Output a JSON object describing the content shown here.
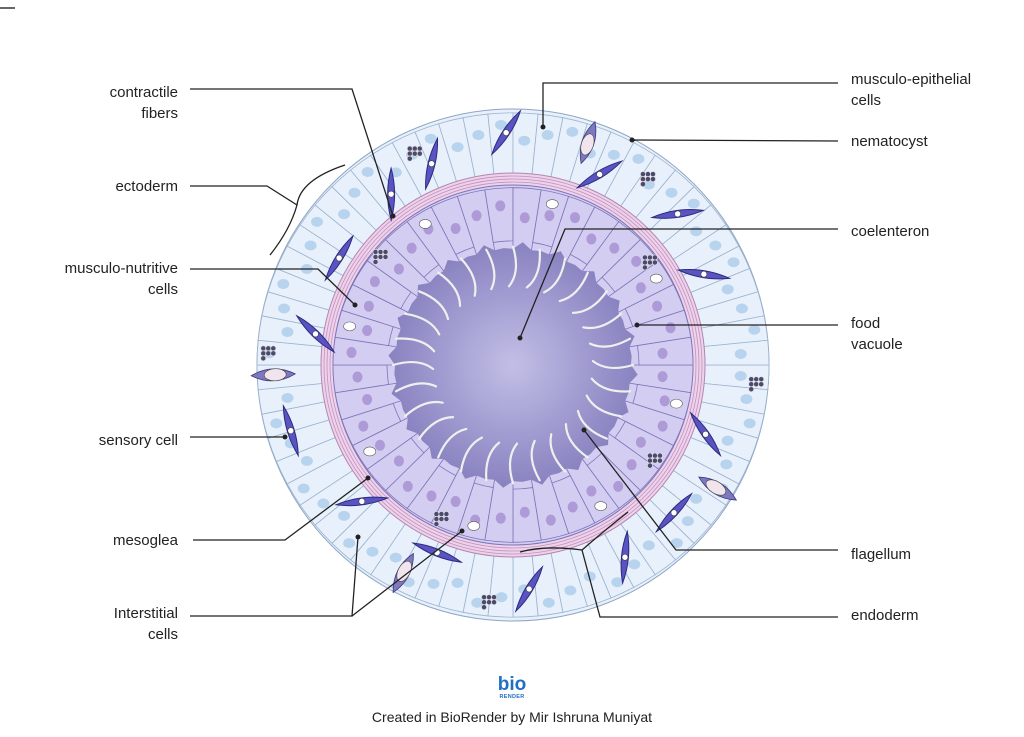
{
  "labels_left": [
    {
      "id": "contractile-fibers",
      "lines": [
        "contractile",
        "fibers"
      ]
    },
    {
      "id": "ectoderm",
      "lines": [
        "ectoderm"
      ]
    },
    {
      "id": "musculo-nutritive-cells",
      "lines": [
        "musculo-nutritive",
        "cells"
      ]
    },
    {
      "id": "sensory-cell",
      "lines": [
        "sensory cell"
      ]
    },
    {
      "id": "mesoglea",
      "lines": [
        "mesoglea"
      ]
    },
    {
      "id": "interstitial-cells",
      "lines": [
        "Interstitial",
        "cells"
      ]
    }
  ],
  "labels_right": [
    {
      "id": "musculo-epithelial-cells",
      "lines": [
        "musculo-epithelial",
        "cells"
      ]
    },
    {
      "id": "nematocyst",
      "lines": [
        "nematocyst"
      ]
    },
    {
      "id": "coelenteron",
      "lines": [
        "coelenteron"
      ]
    },
    {
      "id": "food-vacuole",
      "lines": [
        "food",
        "vacuole"
      ]
    },
    {
      "id": "flagellum",
      "lines": [
        "flagellum"
      ]
    },
    {
      "id": "endoderm",
      "lines": [
        "endoderm"
      ]
    }
  ],
  "logo": {
    "top": "bio",
    "bottom": "RENDER"
  },
  "credit": "Created in BioRender by Mir Ishruna Muniyat",
  "colors": {
    "ecto": "#e8f1fb",
    "ecto_nucleus": "#b8d3ee",
    "meso": "#ecd3ea",
    "endo": "#d4cdf2",
    "endo_nucleus": "#ad9ad6",
    "lumen": "#9c97cf",
    "dark_cell": "#5a53c2"
  }
}
